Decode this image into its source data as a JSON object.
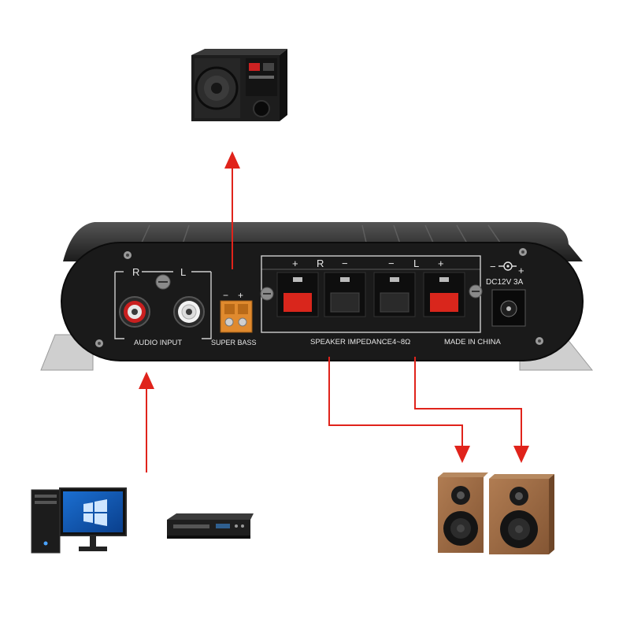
{
  "panel": {
    "channel_right": "R",
    "channel_left": "L",
    "audio_input": "AUDIO INPUT",
    "super_bass": "SUPER BASS",
    "bass_minus": "−",
    "bass_plus": "+",
    "spk_r_plus": "+",
    "spk_r": "R",
    "spk_r_minus": "−",
    "spk_l_minus": "−",
    "spk_l": "L",
    "spk_l_plus": "+",
    "dc_minus": "−",
    "dc_plus": "+",
    "power_rating": "DC12V 3A",
    "speaker_impedance": "SPEAKER IMPEDANCE4~8Ω",
    "made_in": "MADE IN CHINA"
  },
  "colors": {
    "arrow": "#e0231b",
    "panel": "#1a1a1a",
    "terminal_red": "#d9261c",
    "terminal_black": "#2a2a2a",
    "bass_terminal": "#e08a2e",
    "wood": "#9a6b45"
  },
  "icons": [
    "subwoofer",
    "amplifier",
    "computer",
    "dvd-player",
    "bookshelf-speakers",
    "arrow"
  ]
}
